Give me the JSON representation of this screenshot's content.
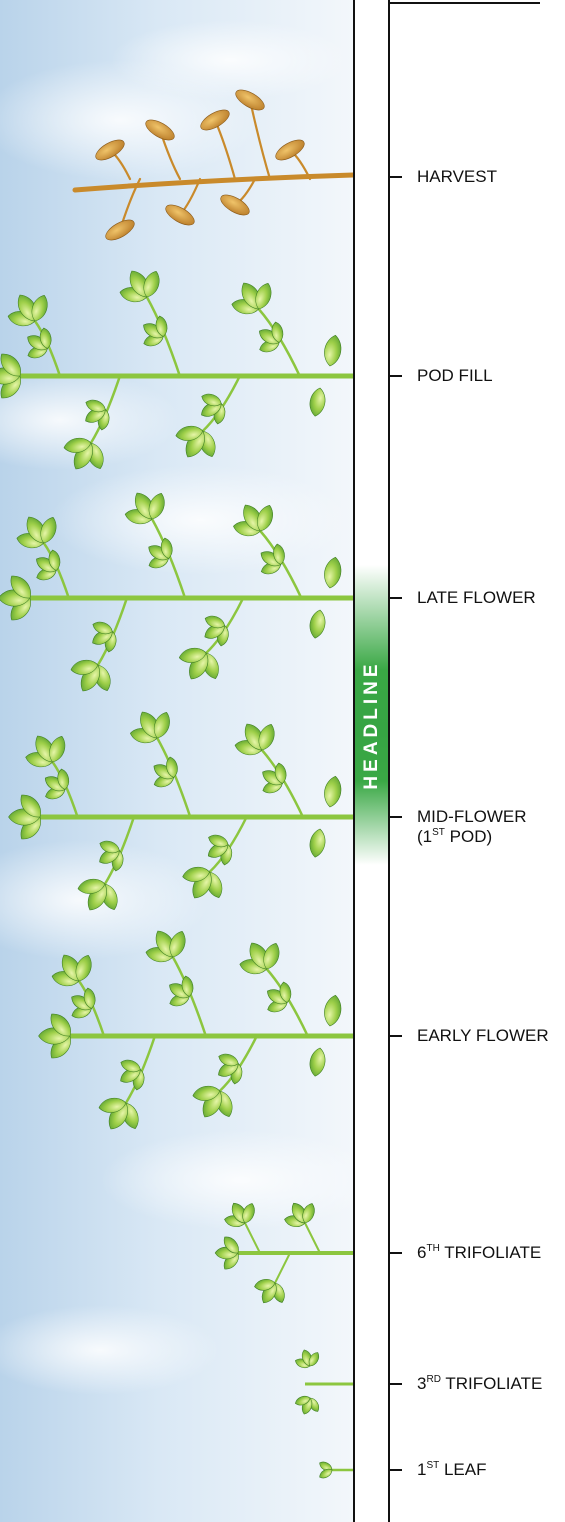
{
  "band": {
    "label": "HEADLINE",
    "color": "#3aa845"
  },
  "colors": {
    "stem": "#8cc63f",
    "leaf": "#7cc043",
    "harvest": "#c98a2b",
    "sky": "#c9def0"
  },
  "stages": [
    {
      "id": "harvest",
      "text": "HARVEST"
    },
    {
      "id": "pod-fill",
      "text": "POD FILL"
    },
    {
      "id": "late-flower",
      "text": "LATE FLOWER"
    },
    {
      "id": "mid-flower",
      "text": "MID-FLOWER",
      "sub_pre": "(1",
      "sub_sup": "ST",
      "sub_post": " POD)"
    },
    {
      "id": "early-flower",
      "text": "EARLY FLOWER"
    },
    {
      "id": "sixth-trifoliate",
      "num": "6",
      "sup": "TH",
      "text": " TRIFOLIATE"
    },
    {
      "id": "third-trifoliate",
      "num": "3",
      "sup": "RD",
      "text": " TRIFOLIATE"
    },
    {
      "id": "first-leaf",
      "num": "1",
      "sup": "ST",
      "text": " LEAF"
    }
  ]
}
